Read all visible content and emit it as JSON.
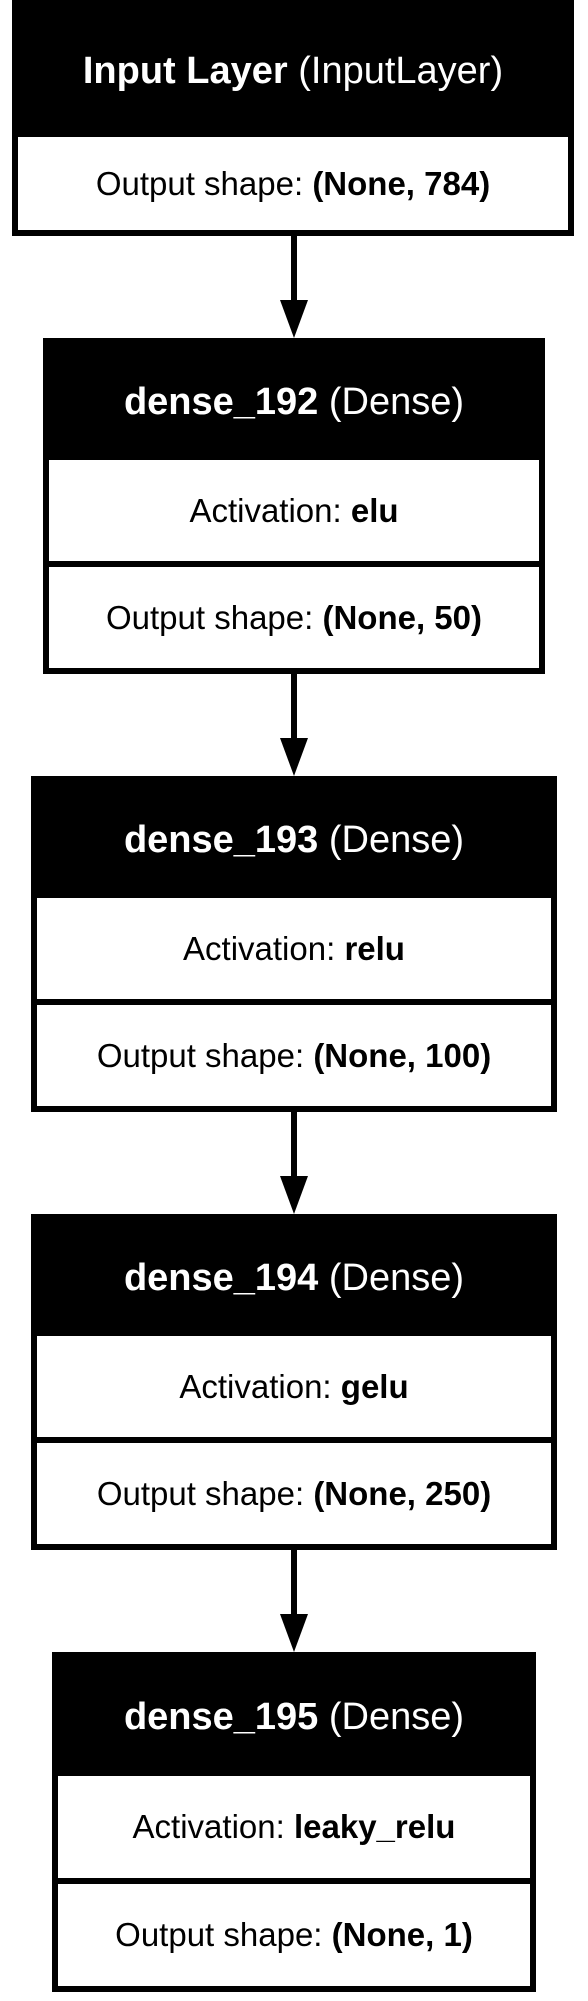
{
  "layers": [
    {
      "name": "Input Layer",
      "type": "(InputLayer)",
      "activation": null,
      "output_shape": "(None, 784)"
    },
    {
      "name": "dense_192",
      "type": "(Dense)",
      "activation": "elu",
      "output_shape": "(None, 50)"
    },
    {
      "name": "dense_193",
      "type": "(Dense)",
      "activation": "relu",
      "output_shape": "(None, 100)"
    },
    {
      "name": "dense_194",
      "type": "(Dense)",
      "activation": "gelu",
      "output_shape": "(None, 250)"
    },
    {
      "name": "dense_195",
      "type": "(Dense)",
      "activation": "leaky_relu",
      "output_shape": "(None, 1)"
    }
  ],
  "labels": {
    "activation": "Activation:",
    "output_shape": "Output shape:"
  },
  "colors": {
    "header_bg": "#000000",
    "header_text": "#ffffff",
    "border": "#000000",
    "body_bg": "#ffffff"
  }
}
